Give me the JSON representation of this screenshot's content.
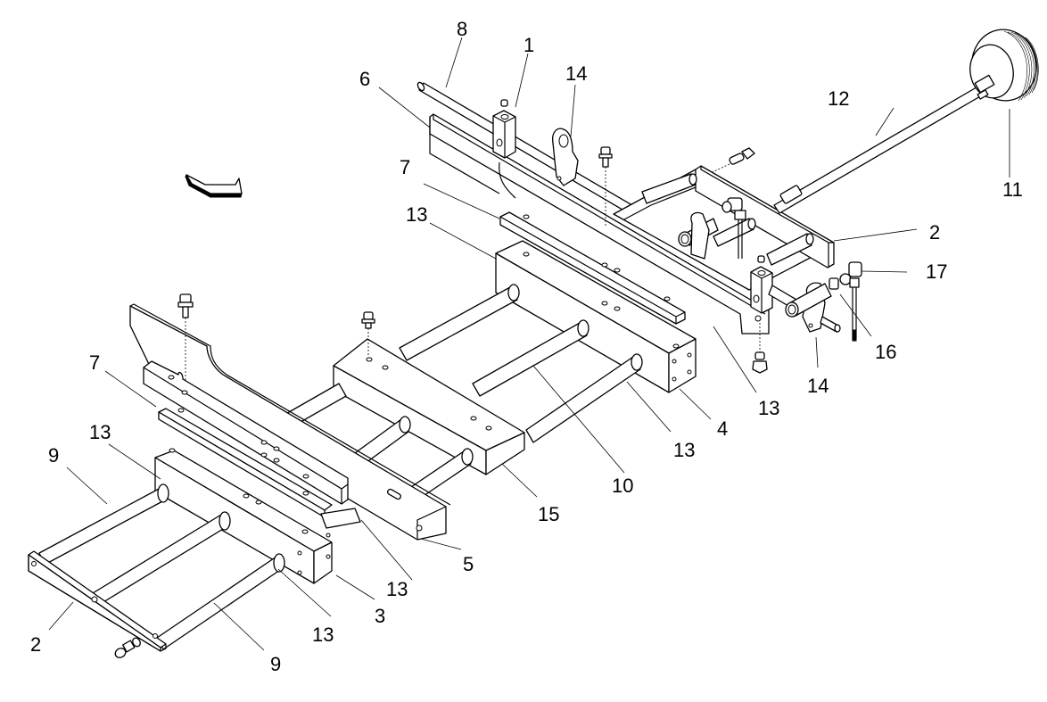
{
  "diagram": {
    "type": "exploded-parts-view",
    "direction_indicator": "arrow-down-right-icon",
    "callouts": [
      {
        "id": "c1",
        "label": "1"
      },
      {
        "id": "c2a",
        "label": "2"
      },
      {
        "id": "c2b",
        "label": "2"
      },
      {
        "id": "c3",
        "label": "3"
      },
      {
        "id": "c4",
        "label": "4"
      },
      {
        "id": "c5",
        "label": "5"
      },
      {
        "id": "c6",
        "label": "6"
      },
      {
        "id": "c7a",
        "label": "7"
      },
      {
        "id": "c7b",
        "label": "7"
      },
      {
        "id": "c8",
        "label": "8"
      },
      {
        "id": "c9a",
        "label": "9"
      },
      {
        "id": "c9b",
        "label": "9"
      },
      {
        "id": "c10",
        "label": "10"
      },
      {
        "id": "c11",
        "label": "11"
      },
      {
        "id": "c12",
        "label": "12"
      },
      {
        "id": "c13a",
        "label": "13"
      },
      {
        "id": "c13b",
        "label": "13"
      },
      {
        "id": "c13c",
        "label": "13"
      },
      {
        "id": "c13d",
        "label": "13"
      },
      {
        "id": "c13e",
        "label": "13"
      },
      {
        "id": "c13f",
        "label": "13"
      },
      {
        "id": "c14a",
        "label": "14"
      },
      {
        "id": "c14b",
        "label": "14"
      },
      {
        "id": "c15",
        "label": "15"
      },
      {
        "id": "c16",
        "label": "16"
      },
      {
        "id": "c17",
        "label": "17"
      }
    ],
    "parts": [
      {
        "number": "1",
        "name": "shaft-clamp-block"
      },
      {
        "number": "2",
        "name": "end-plate"
      },
      {
        "number": "3",
        "name": "carriage-block-front"
      },
      {
        "number": "4",
        "name": "carriage-block-rear"
      },
      {
        "number": "5",
        "name": "angle-bracket-rail"
      },
      {
        "number": "6",
        "name": "rear-guide-rail"
      },
      {
        "number": "7",
        "name": "mounting-strip"
      },
      {
        "number": "8",
        "name": "guide-rod"
      },
      {
        "number": "9",
        "name": "support-rod"
      },
      {
        "number": "10",
        "name": "center-rod"
      },
      {
        "number": "11",
        "name": "knurled-knob"
      },
      {
        "number": "12",
        "name": "drive-shaft"
      },
      {
        "number": "13",
        "name": "bushing"
      },
      {
        "number": "14",
        "name": "pivot-bracket"
      },
      {
        "number": "15",
        "name": "center-carriage-block"
      },
      {
        "number": "16",
        "name": "fitting-nipple"
      },
      {
        "number": "17",
        "name": "elbow-connector"
      }
    ]
  }
}
